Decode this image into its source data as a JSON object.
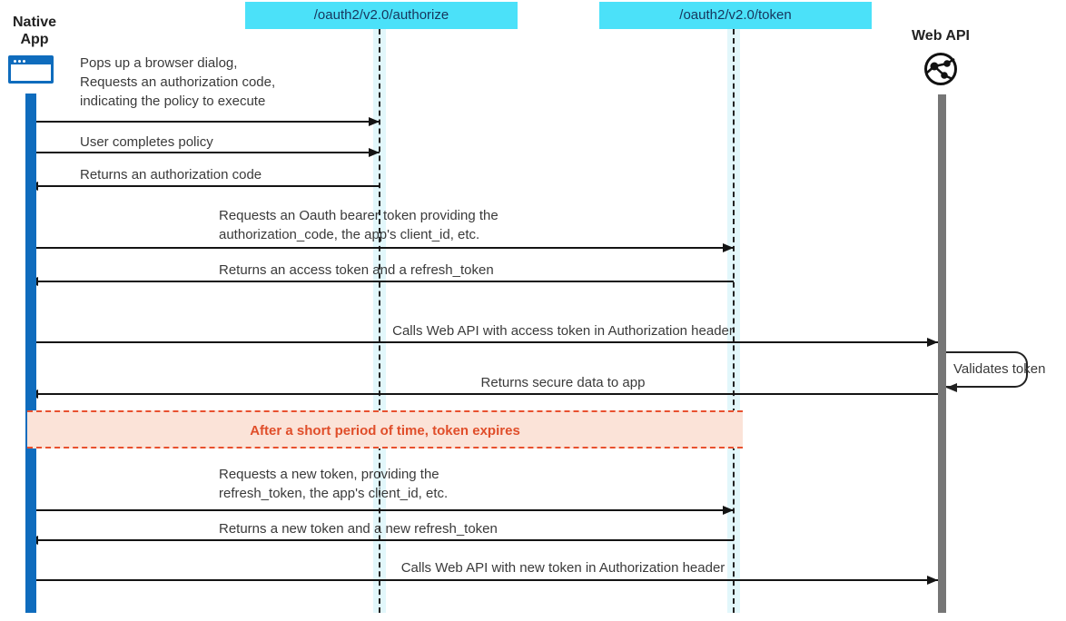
{
  "actors": {
    "native_app": {
      "label": "Native App"
    },
    "authorize_endpoint": {
      "label": "/oauth2/v2.0/authorize"
    },
    "token_endpoint": {
      "label": "/oauth2/v2.0/token"
    },
    "web_api": {
      "label": "Web API"
    }
  },
  "icons": {
    "native_app": "browser-window-icon",
    "web_api": "globe-network-icon"
  },
  "messages": [
    {
      "label": "Pops up a browser dialog,\nRequests an authorization code,\nindicating the policy to execute",
      "from": "native_app",
      "to": "authorize_endpoint",
      "direction": "right"
    },
    {
      "label": "User completes policy",
      "from": "native_app",
      "to": "authorize_endpoint",
      "direction": "right"
    },
    {
      "label": "Returns an authorization code",
      "from": "authorize_endpoint",
      "to": "native_app",
      "direction": "left"
    },
    {
      "label": "Requests an Oauth bearer token providing the\nauthorization_code, the app's client_id, etc.",
      "from": "native_app",
      "to": "token_endpoint",
      "direction": "right"
    },
    {
      "label": "Returns an access token and a refresh_token",
      "from": "token_endpoint",
      "to": "native_app",
      "direction": "left"
    },
    {
      "label": "Calls Web API with access token in Authorization header",
      "from": "native_app",
      "to": "web_api",
      "direction": "right"
    },
    {
      "label": "Validates token",
      "from": "web_api",
      "to": "web_api",
      "direction": "self"
    },
    {
      "label": "Returns secure data to app",
      "from": "web_api",
      "to": "native_app",
      "direction": "left"
    },
    {
      "label": "Requests a new token, providing the\nrefresh_token, the app's client_id, etc.",
      "from": "native_app",
      "to": "token_endpoint",
      "direction": "right"
    },
    {
      "label": "Returns a new token and a new refresh_token",
      "from": "token_endpoint",
      "to": "native_app",
      "direction": "left"
    },
    {
      "label": "Calls Web API with new token in Authorization header",
      "from": "native_app",
      "to": "web_api",
      "direction": "right"
    }
  ],
  "note": {
    "label": "After a short period of time, token expires"
  },
  "colors": {
    "endpoint_box_bg": "#4be1f9",
    "endpoint_box_text": "#17365d",
    "native_activation": "#0f6cbd",
    "webapi_activation": "#767676",
    "lifeline_band": "#e2f7fb",
    "lifeline_dash": "#222222",
    "arrow": "#141414",
    "message_text": "#3a3a3a",
    "note_bg": "#fbe3d8",
    "note_border": "#e8502e",
    "note_text": "#e04e2a"
  }
}
